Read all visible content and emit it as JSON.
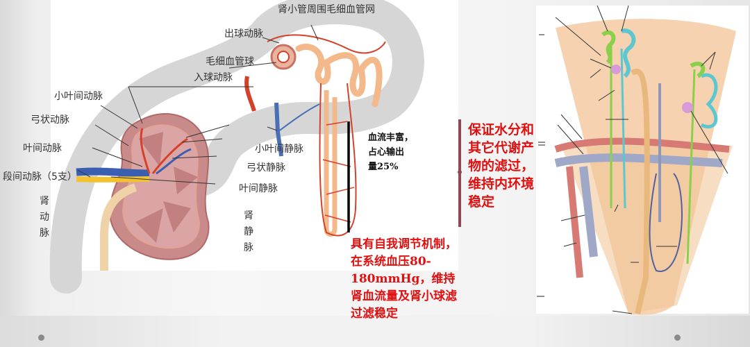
{
  "diagram": {
    "title_label": "肾小管周围毛细血管网",
    "labels": {
      "efferent_arteriole": "出球动脉",
      "glomerulus": "毛细血管球",
      "afferent_arteriole": "入球动脉",
      "interlobular_artery": "小叶间动脉",
      "arcuate_artery": "弓状动脉",
      "interlobar_artery": "叶间动脉",
      "segmental_artery": "段间动脉（5支）",
      "renal_artery": "肾动脉",
      "interlobular_vein": "小叶间静脉",
      "arcuate_vein": "弓状静脉",
      "interlobar_vein": "叶间静脉",
      "renal_vein": "肾静脉"
    },
    "notes": {
      "blood_flow": [
        "血流丰富，",
        "占心输出",
        "量25%"
      ],
      "filtration": "保证水分和其它代谢产物的滤过，维持内环境稳定",
      "autoregulation": "具有自我调节机制，在系统血压80-180mmHg，维持肾血流量及肾小球滤过滤稳定"
    },
    "colors": {
      "artery": "#d4412a",
      "vein": "#4a6fb5",
      "tubule": "#f4b98a",
      "kidney": "#c98a8a",
      "note_red": "#e01010",
      "bracket": "#8b4a55",
      "wedge": "#f6d2b0"
    }
  }
}
